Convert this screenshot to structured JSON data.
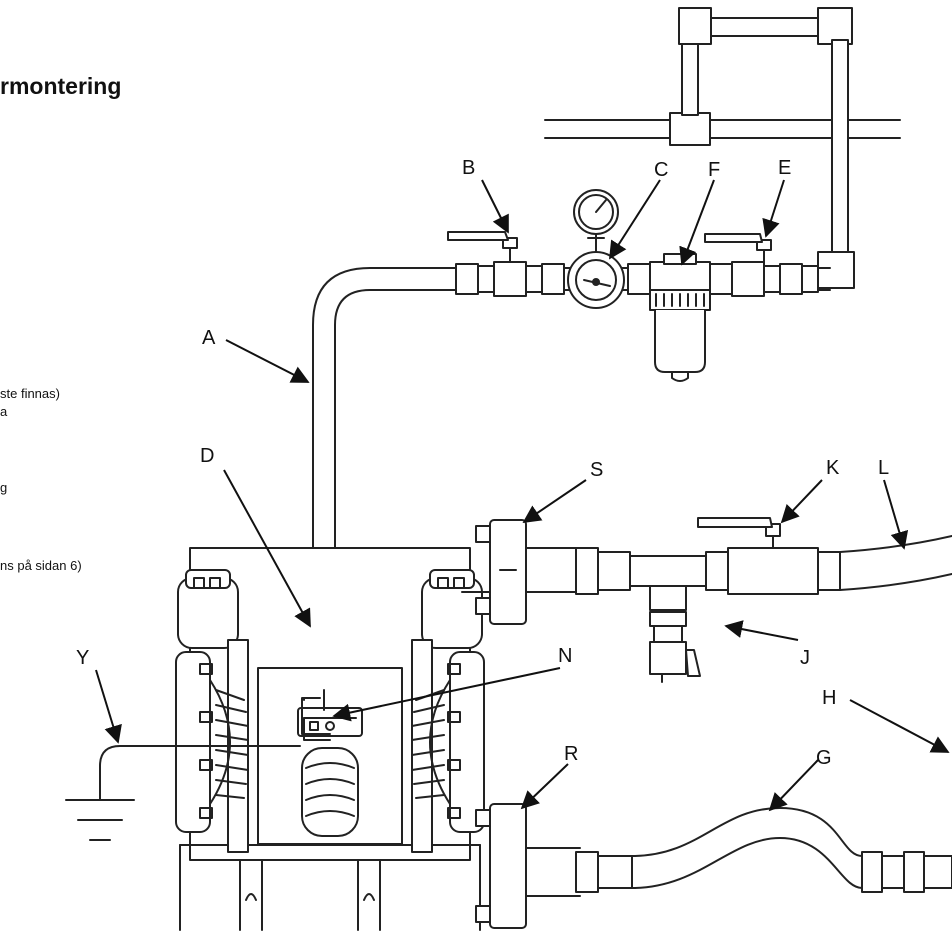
{
  "heading": "rmontering",
  "legend_fragments": [
    "ste finnas)",
    "a",
    "g",
    "ns på sidan 6)"
  ],
  "callouts": {
    "A": "A",
    "B": "B",
    "C": "C",
    "D": "D",
    "E": "E",
    "F": "F",
    "G": "G",
    "H": "H",
    "J": "J",
    "K": "K",
    "L": "L",
    "N": "N",
    "R": "R",
    "S": "S",
    "Y": "Y"
  }
}
